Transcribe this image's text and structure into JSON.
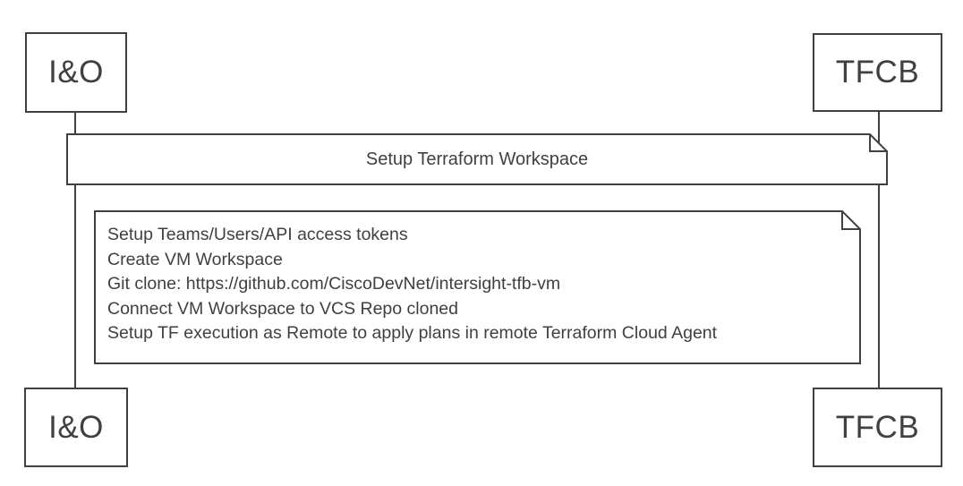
{
  "diagram": {
    "type": "sequence-diagram",
    "actors": {
      "io_top": "I&O",
      "tfcb_top": "TFCB",
      "io_bottom": "I&O",
      "tfcb_bottom": "TFCB"
    },
    "banner_note": {
      "text": "Setup Terraform Workspace"
    },
    "steps_note": {
      "lines": [
        "Setup Teams/Users/API access tokens",
        "Create VM Workspace",
        "Git clone: https://github.com/CiscoDevNet/intersight-tfb-vm",
        "Connect VM Workspace to VCS Repo cloned",
        "Setup TF execution as Remote to apply plans in remote Terraform Cloud Agent"
      ]
    },
    "colors": {
      "stroke": "#404040",
      "fill": "#ffffff",
      "text": "#404040",
      "background": "#ffffff"
    }
  }
}
